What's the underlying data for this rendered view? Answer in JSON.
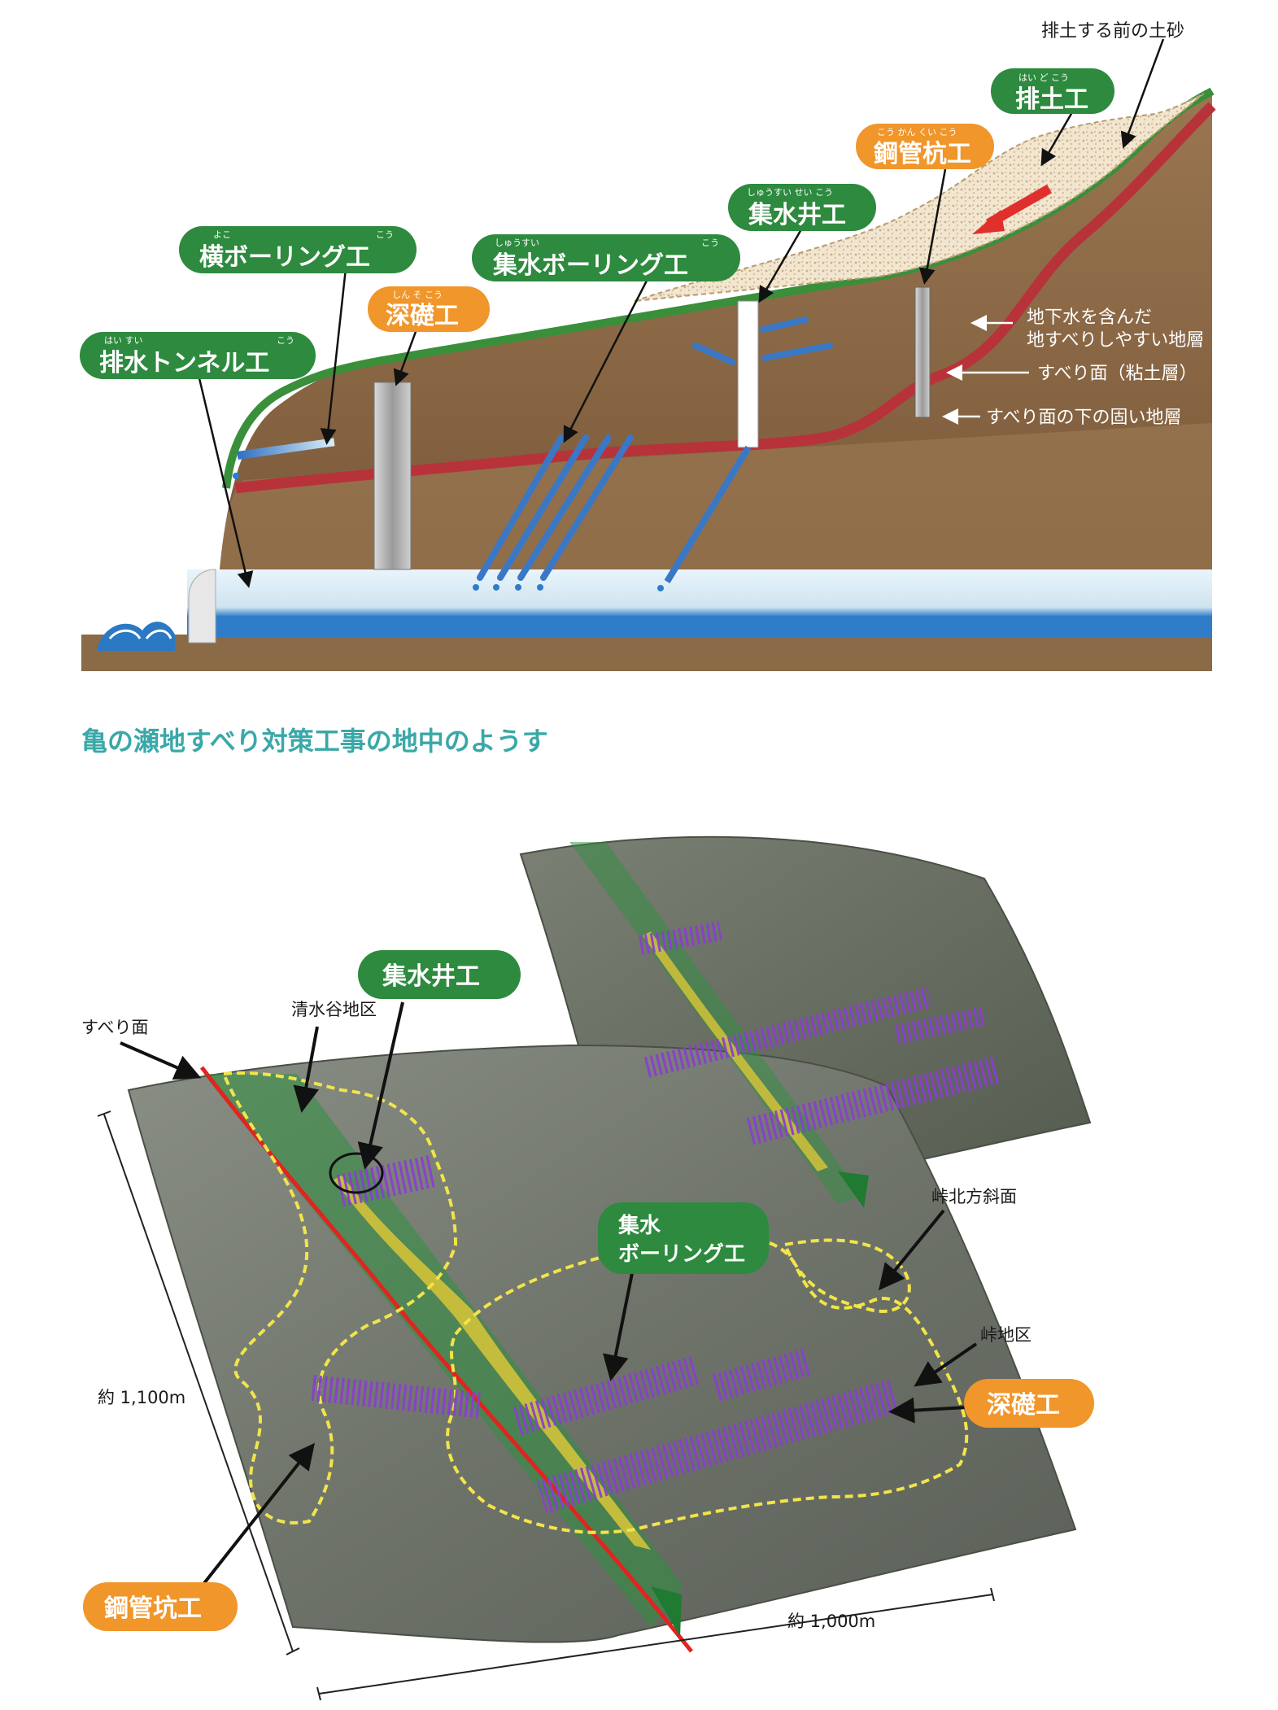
{
  "cross_section": {
    "labels": {
      "soil_before": "排土する前の土砂",
      "haido": {
        "text": "排土工",
        "ruby": "はい ど こう"
      },
      "kokan_kui": {
        "text": "鋼管杭工",
        "ruby": "こう かん くい こう"
      },
      "shusui_sei": {
        "text": "集水井工",
        "ruby": "しゅうすい せい こう"
      },
      "yoko_boring": {
        "text": "横ボーリング工",
        "ruby_a": "よこ",
        "ruby_b": "こう"
      },
      "shusui_boring": {
        "text": "集水ボーリング工",
        "ruby_a": "しゅうすい",
        "ruby_b": "こう"
      },
      "shinso": {
        "text": "深礎工",
        "ruby": "しん そ こう"
      },
      "haisui_tunnel": {
        "text": "排水トンネル工",
        "ruby_a": "はい すい",
        "ruby_b": "こう"
      }
    },
    "notes": {
      "groundwater_line1": "地下水を含んだ",
      "groundwater_line2": "地すべりしやすい地層",
      "slip_surface": "すべり面（粘土層）",
      "hard_layer": "すべり面の下の固い地層"
    },
    "colors": {
      "green_pill": "#2d8a3e",
      "orange_pill": "#f0962a",
      "soil": "#8a6a47",
      "slip_layer": "#b8323a",
      "grass": "#3a8f3a",
      "water": "#cfe6f4"
    }
  },
  "section_title": "亀の瀬地すべり対策工事の地中のようす",
  "map_3d": {
    "labels": {
      "shusui_sei": "集水井工",
      "subeirimen": "すべり面",
      "shimizudani": "清水谷地区",
      "toge_north": "峠北方斜面",
      "shusui_boring_1": "集水",
      "shusui_boring_2": "ボーリング工",
      "toge": "峠地区",
      "shinso": "深礎工",
      "kokan": "鋼管坑工",
      "height": "約 1,100m",
      "width": "約 1,000m"
    }
  }
}
